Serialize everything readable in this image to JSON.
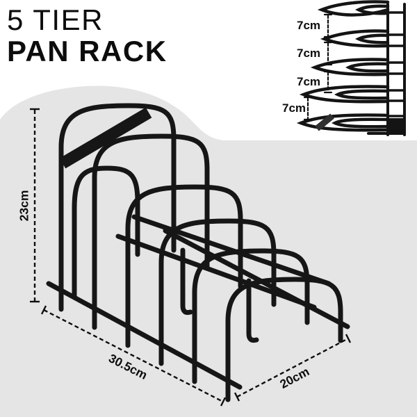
{
  "title": {
    "line1": "5 TIER",
    "line2": "PAN RACK"
  },
  "main_diagram": {
    "height_label": "23cm",
    "width_label": "30.5cm",
    "depth_label": "20cm"
  },
  "side_diagram": {
    "gap_labels": [
      "7cm",
      "7cm",
      "7cm",
      "7cm"
    ]
  },
  "colors": {
    "background": "#ffffff",
    "blob": "#e4e5e4",
    "wire": "#161616",
    "text": "#0d0d0d"
  }
}
